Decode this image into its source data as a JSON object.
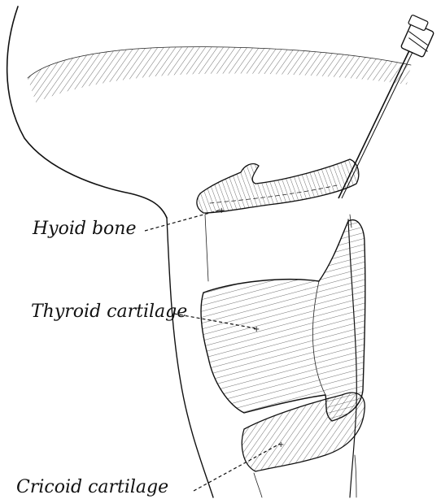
{
  "labels": {
    "hyoid": "Hyoid bone",
    "thyroid": "Thyroid cartilage",
    "cricoid": "Cricoid cartilage"
  }
}
